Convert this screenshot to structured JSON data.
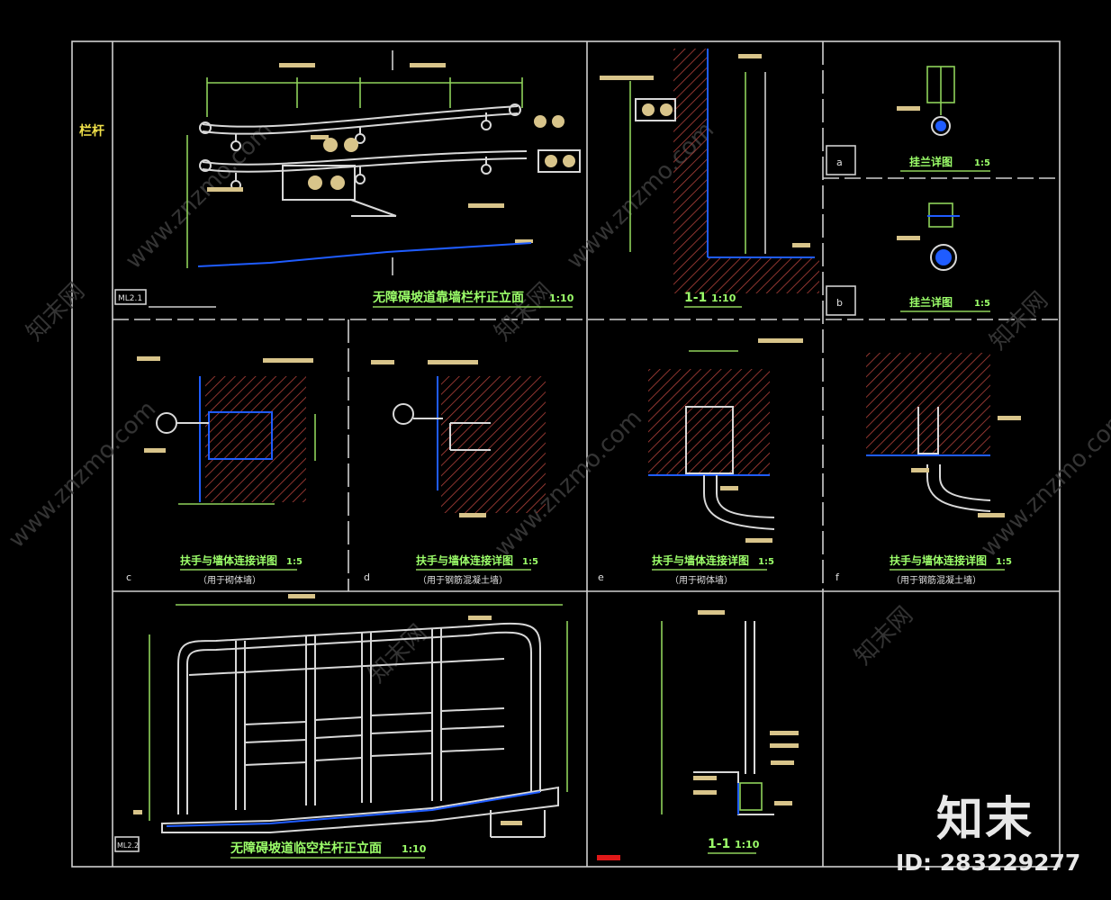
{
  "sheet": {
    "side_label": "栏杆"
  },
  "titles": {
    "elevation_a": "无障碍坡道靠墙栏杆正立面",
    "elevation_a_scale": "1:10",
    "section_11_top": "1-1",
    "section_11_top_scale": "1:10",
    "detail_a": "挂兰详图",
    "detail_a_scale": "1:5",
    "detail_b": "挂兰详图",
    "detail_b_scale": "1:5",
    "detail_c": "扶手与墙体连接详图",
    "detail_c_scale": "1:5",
    "detail_c_note": "（用于砌体墙）",
    "detail_d": "扶手与墙体连接详图",
    "detail_d_scale": "1:5",
    "detail_d_note": "（用于钢筋混凝土墙）",
    "detail_e": "扶手与墙体连接详图",
    "detail_e_scale": "1:5",
    "detail_e_note": "（用于砌体墙）",
    "detail_f": "扶手与墙体连接详图",
    "detail_f_scale": "1:5",
    "detail_f_note": "（用于钢筋混凝土墙）",
    "elevation_b": "无障碍坡道临空栏杆正立面",
    "elevation_b_scale": "1:10",
    "section_11_bottom": "1-1",
    "section_11_bottom_scale": "1:10"
  },
  "panel_tags": {
    "a": "a",
    "b": "b",
    "c": "c",
    "d": "d",
    "e": "e",
    "f": "f"
  },
  "drawing_numbers": {
    "top": "ML2.1",
    "bottom": "ML2.2"
  },
  "watermark": {
    "site_cn": "知末网",
    "site_url": "www.znzmo.com"
  },
  "logo": {
    "brand": "知末",
    "id_text": "ID: 283229277"
  },
  "colors": {
    "background": "#000000",
    "frame": "#cfcfcf",
    "green": "#8fd35a",
    "yellow": "#f2e24a",
    "blue": "#1f5cff",
    "hatch": "#b0413a",
    "tan": "#d8c48a"
  }
}
